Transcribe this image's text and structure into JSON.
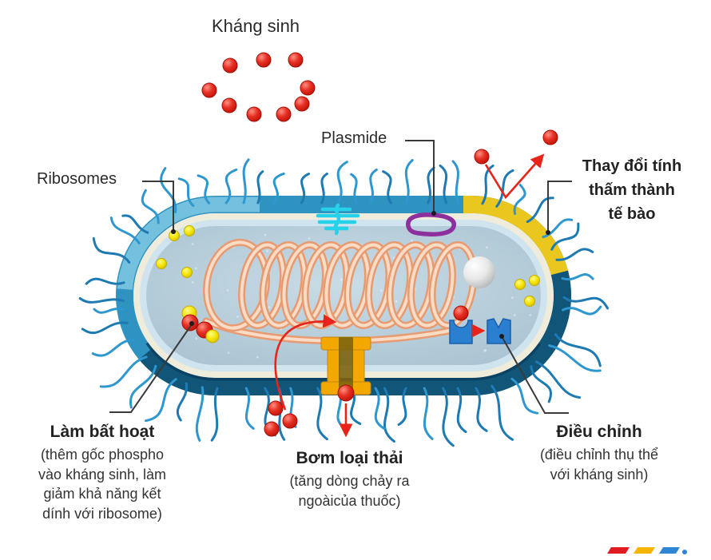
{
  "figure": {
    "antibiotics_label": "Kháng sinh",
    "plasmid_label": "Plasmide",
    "ribosomes_label": "Ribosomes"
  },
  "mechanisms": {
    "permeability": {
      "heading": "Thay đổi tính\nthấm thành\ntế bào"
    },
    "inactivation": {
      "heading": "Làm bất hoạt",
      "desc": "(thêm gốc phospho\nvào kháng sinh, làm\ngiảm khả năng kết\ndính với ribosome)"
    },
    "efflux": {
      "heading": "Bơm loại thải",
      "desc": "(tăng dòng chảy ra\nngoàicủa thuốc)"
    },
    "receptor": {
      "heading": "Điều chỉnh",
      "desc": "(điều chỉnh thụ thể\nvới kháng sinh)"
    }
  },
  "icons": [
    "antibiotic-dot",
    "ribosome-dot",
    "plasmid-icon",
    "dna-coil-icon",
    "mrna-icon",
    "efflux-pump-icon",
    "receptor-icon",
    "storage-granule-icon",
    "flagella",
    "brand-logo"
  ],
  "colors": {
    "antibiotic_red": "#df201a",
    "ribosome_yellow": "#f4e800",
    "membrane_blue": "#2e93c0",
    "membrane_dark": "#115579",
    "membrane_highlight": "#7cc6e2",
    "modified_patch_yellow": "#e9c71f",
    "cell_wall_cream": "#efecdb",
    "inner_ring_blue": "#cfe4ee",
    "cytoplasm_blue": "#b7cedb",
    "dna_coil_salmon": "#e89a70",
    "dna_coil_light": "#f9dcc6",
    "plasmid_purple": "#8e2f9e",
    "mrna_cyan": "#25d2ea",
    "receptor_blue": "#2b7fd0",
    "pump_gold": "#f2a800",
    "pump_dark": "#7d6410",
    "flagella_blue": "#1d7ab2",
    "flagella_blue_2": "#2f97cf",
    "arrow_red": "#e8231a",
    "connector_dark": "#3a3a3a",
    "logo_red": "#e11b22",
    "logo_yellow": "#f8b500",
    "logo_blue": "#2e86d4"
  }
}
